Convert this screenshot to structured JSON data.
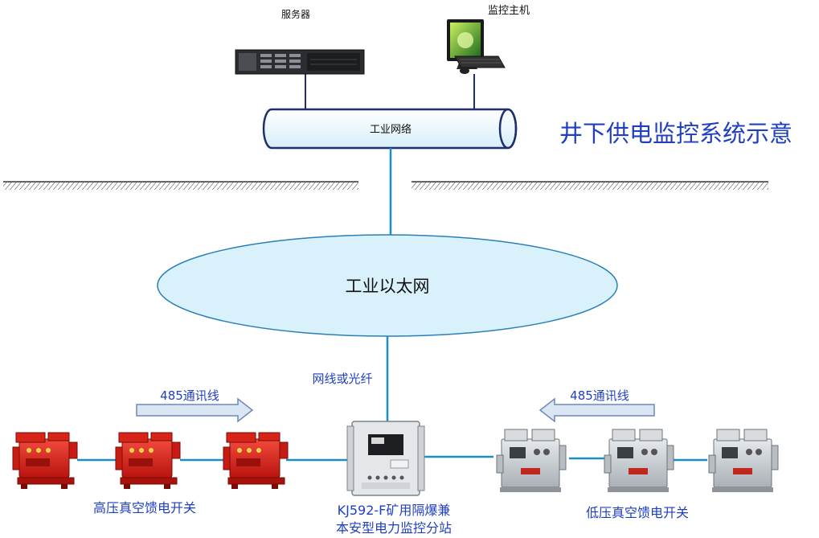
{
  "title": "井下供电监控系统示意",
  "labels": {
    "server": "服务器",
    "monitor_host": "监控主机",
    "industrial_network": "工业网络",
    "industrial_ethernet": "工业以太网",
    "cable_or_fiber": "网线或光纤",
    "comm_line_left": "485通讯线",
    "comm_line_right": "485通讯线",
    "hv_switch": "高压真空馈电开关",
    "station_line1": "KJ592-F矿用隔爆兼",
    "station_line2": "本安型电力监控分站",
    "lv_switch": "低压真空馈电开关"
  },
  "colors": {
    "title": "#1f3fbf",
    "blue_text": "#1f3fbf",
    "link_line": "#1a8fc4",
    "ellipse_fill": "#d9f1fb",
    "ellipse_stroke": "#2a7fb8",
    "pipe_fill": "#e8f6fc",
    "pipe_stroke": "#1e2f6e",
    "arrow_fill": "#dbe6f4",
    "arrow_stroke": "#6f88b5",
    "hv_red": "#e0281e",
    "lv_gray": "#c8cdd2",
    "hatch": "#333333"
  },
  "icons": {
    "server": "rack-server-icon",
    "monitor_host": "desktop-pc-icon",
    "station": "monitoring-station-cabinet-icon",
    "hv": "explosion-proof-switch-red-icon",
    "lv": "explosion-proof-switch-gray-icon"
  }
}
